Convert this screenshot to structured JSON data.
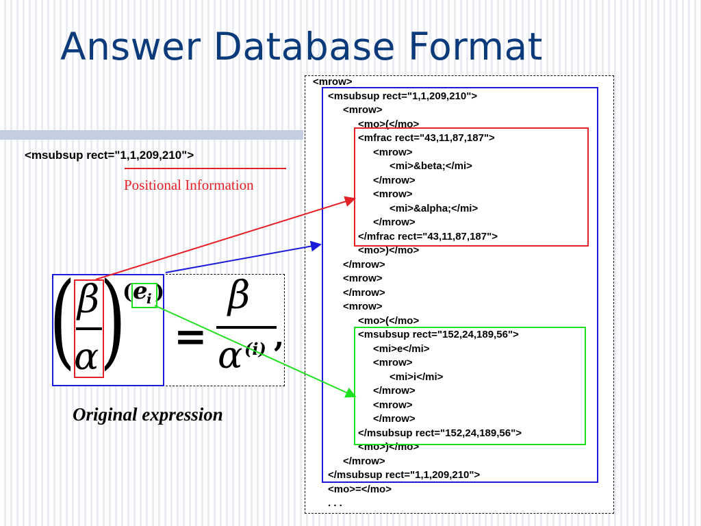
{
  "slide": {
    "title": "Answer Database Format"
  },
  "annotation": {
    "msubsup_label": "<msubsup rect=\"1,1,209,210\">",
    "positional_info": "Positional Information"
  },
  "expression": {
    "caption": "Original expression",
    "beta": "β",
    "alpha": "α",
    "e": "e",
    "i": "i",
    "superscript_i": "(i)",
    "equals": "=",
    "comma": ",",
    "open_paren": "(",
    "close_paren": ")"
  },
  "xml_lines": [
    "<mrow>",
    "<msubsup rect=\"1,1,209,210\">",
    "<mrow>",
    "<mo>(</mo>",
    "<mfrac rect=\"43,11,87,187\">",
    "<mrow>",
    "<mi>&beta;</mi>",
    "</mrow>",
    "<mrow>",
    "<mi>&alpha;</mi>",
    "</mrow>",
    "</mfrac rect=\"43,11,87,187\">",
    "<mo>)</mo>",
    "</mrow>",
    "<mrow>",
    "</mrow>",
    "<mrow>",
    "<mo>(</mo>",
    "<msubsup rect=\"152,24,189,56\">",
    "<mi>e</mi>",
    "<mrow>",
    "<mi>i</mi>",
    "</mrow>",
    "<mrow>",
    "</mrow>",
    "</msubsup rect=\"152,24,189,56\">",
    "<mo>)</mo>",
    "</mrow>",
    "</msubsup rect=\"1,1,209,210\">",
    "<mo>=</mo>",
    ". . ."
  ]
}
